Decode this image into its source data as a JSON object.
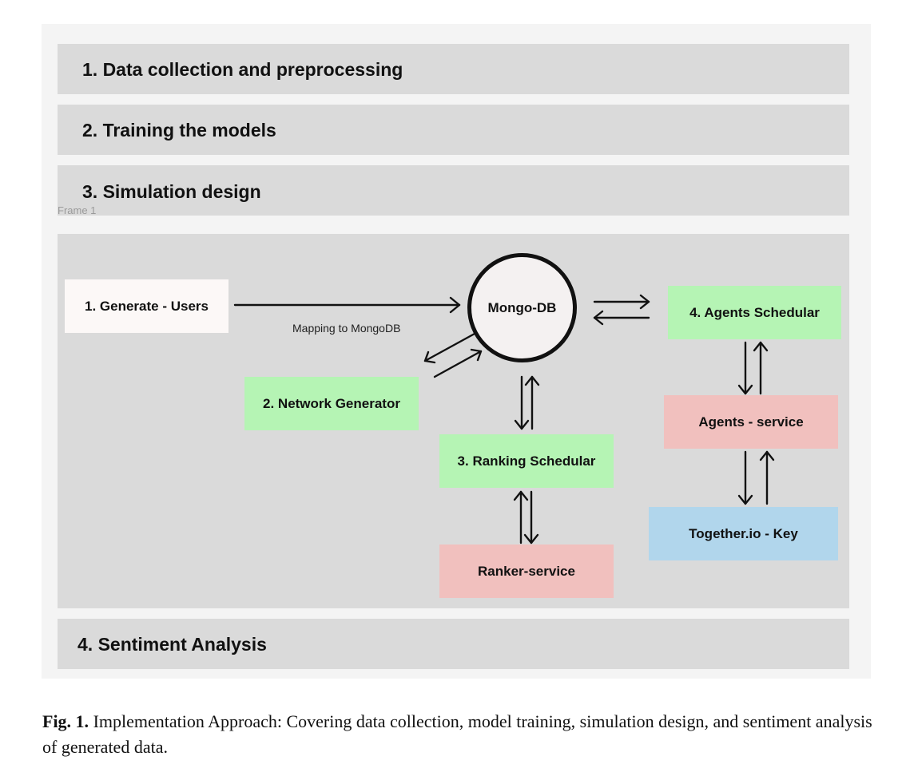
{
  "sections": [
    {
      "title": "1. Data collection and preprocessing"
    },
    {
      "title": "2. Training the models"
    },
    {
      "title": "3. Simulation design"
    },
    {
      "title": "4. Sentiment Analysis"
    }
  ],
  "frame_label": "Frame 1",
  "nodes": {
    "generate_users": "1. Generate - Users",
    "network_generator": "2. Network Generator",
    "mongo_db": "Mongo-DB",
    "ranking_schedular": "3. Ranking Schedular",
    "ranker_service": "Ranker-service",
    "agents_schedular": "4. Agents Schedular",
    "agents_service": "Agents -  service",
    "together_key": "Together.io - Key"
  },
  "edge_labels": {
    "mapping": "Mapping to MongoDB"
  },
  "caption": {
    "label": "Fig. 1.",
    "text": "Implementation Approach: Covering data collection, model training, simulation design, and sentiment analysis of generated data."
  }
}
